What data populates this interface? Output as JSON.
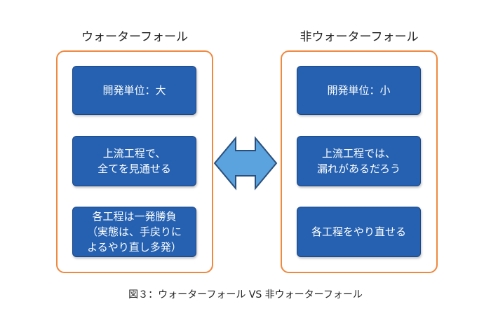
{
  "left": {
    "heading": "ウォーターフォール",
    "boxes": [
      {
        "lines": [
          "開発単位：大"
        ]
      },
      {
        "lines": [
          "上流工程で、",
          "全てを見通せる"
        ]
      },
      {
        "lines": [
          "各工程は一発勝負",
          "（実態は、手戻りに",
          "よるやり直し多発）"
        ]
      }
    ]
  },
  "right": {
    "heading": "非ウォーターフォール",
    "boxes": [
      {
        "lines": [
          "開発単位：小"
        ]
      },
      {
        "lines": [
          "上流工程では、",
          "漏れがあるだろう"
        ]
      },
      {
        "lines": [
          "各工程をやり直せる"
        ]
      }
    ]
  },
  "arrow": {
    "icon": "double-headed-arrow-icon",
    "fill": "#5aa3de",
    "stroke": "#2b4f7a"
  },
  "caption": "図３：ウォーターフォール VS 非ウォーターフォール",
  "colors": {
    "panel_border": "#f0883e",
    "box_fill": "#2561b0",
    "box_text": "#ffffff"
  }
}
